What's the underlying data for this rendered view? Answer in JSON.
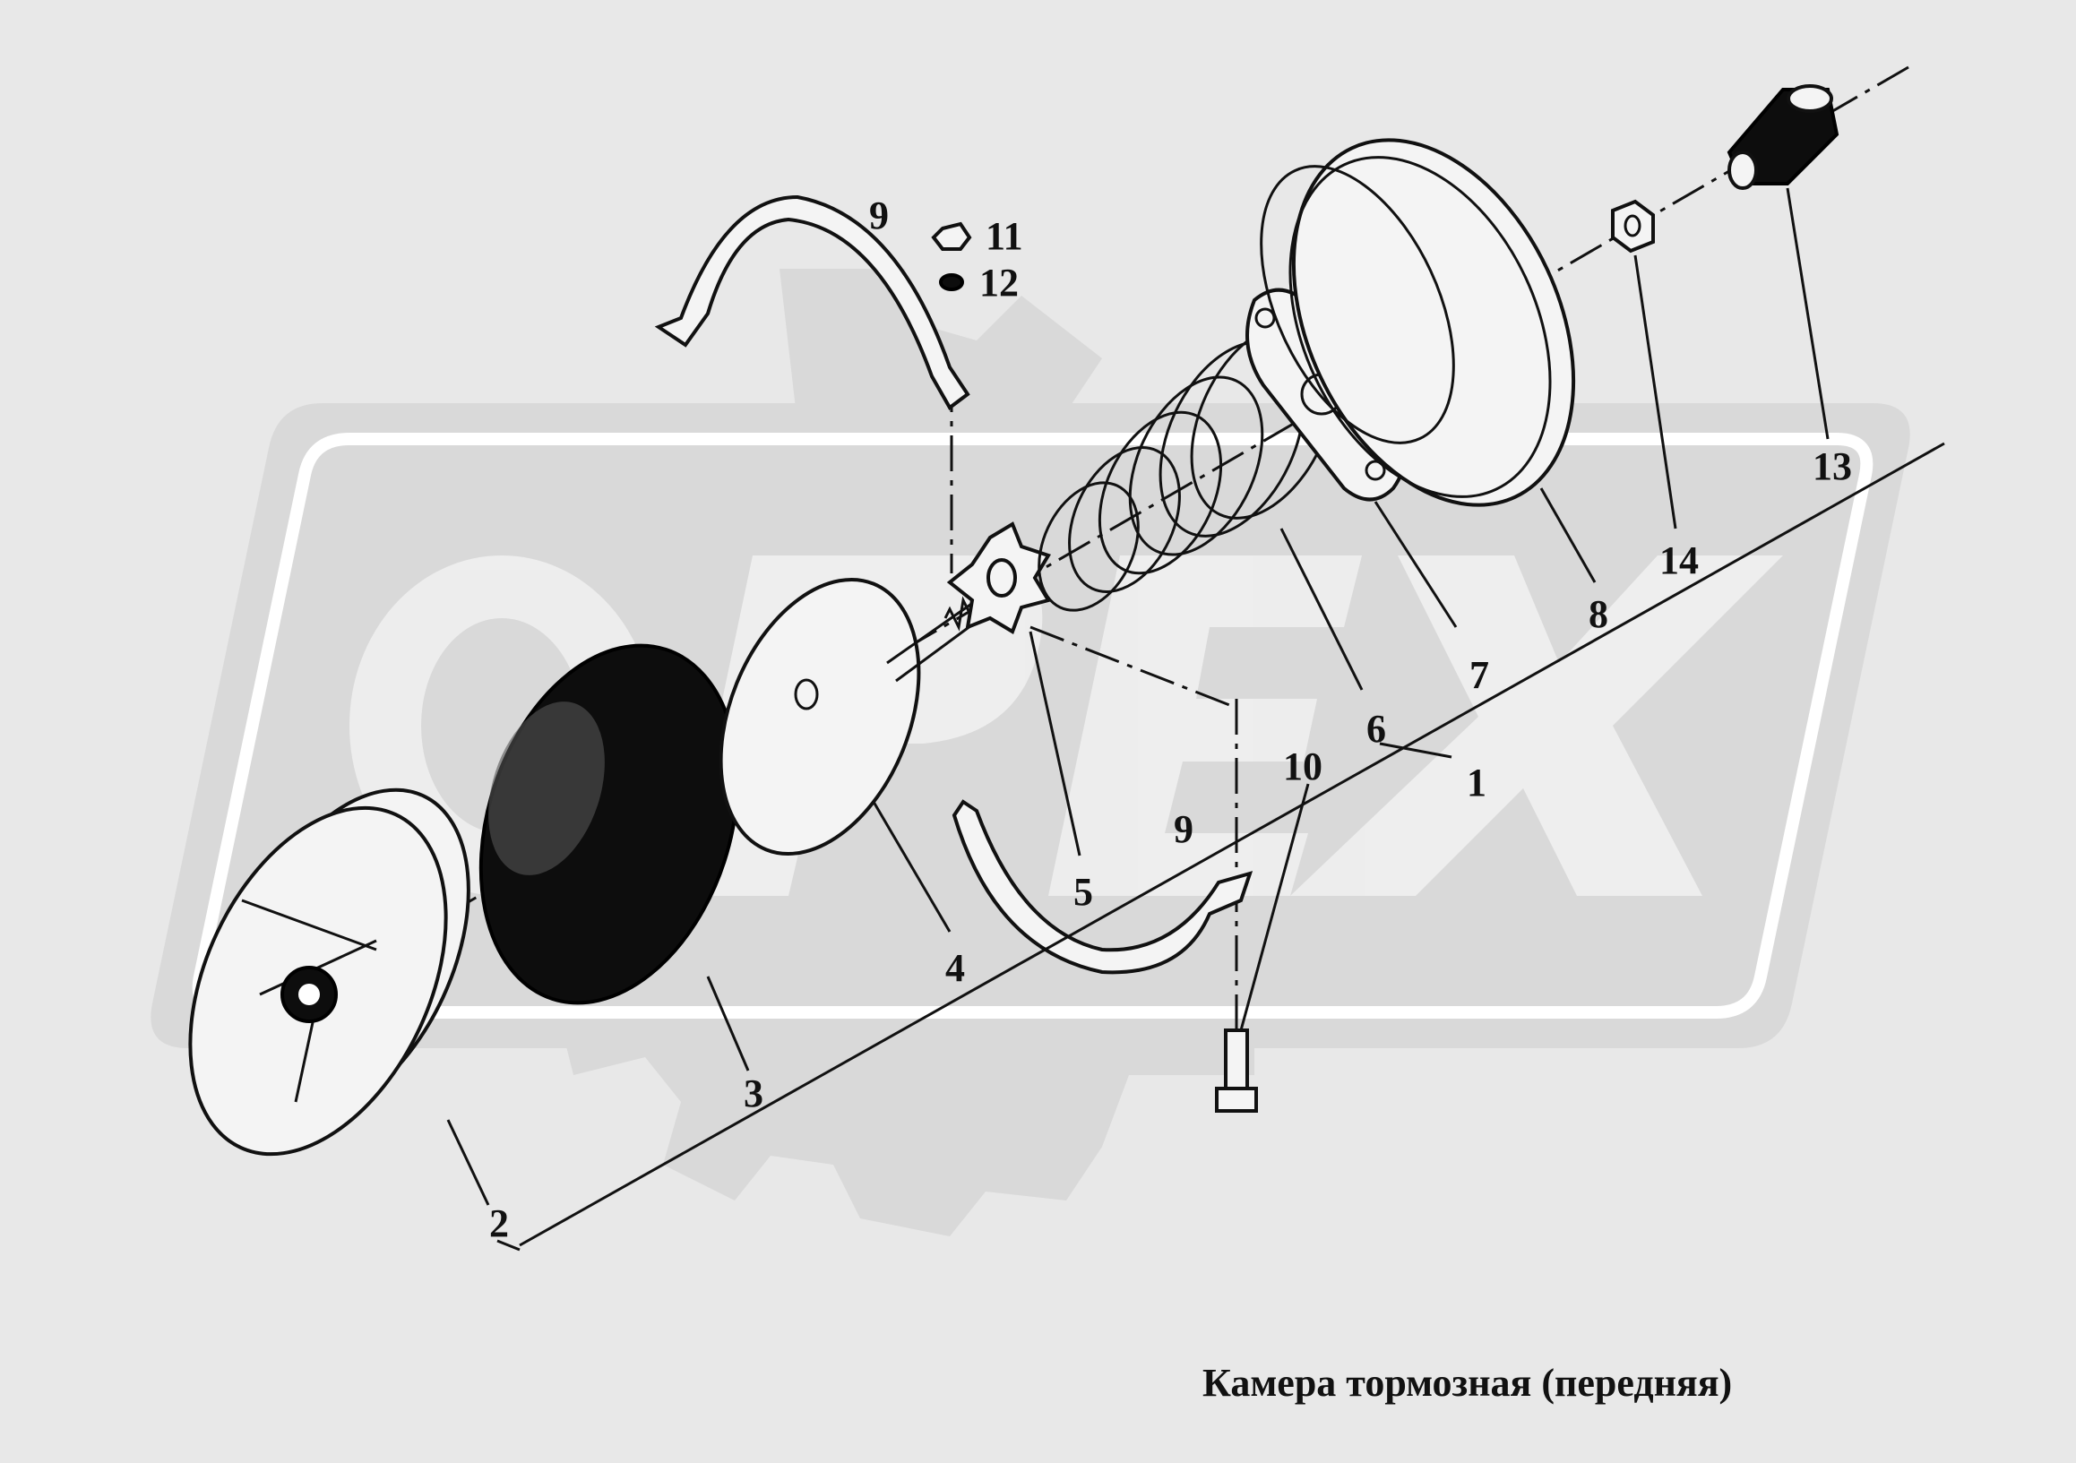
{
  "caption": "Камера тормозная (передняя)",
  "callouts": {
    "c1": "1",
    "c2": "2",
    "c3": "3",
    "c4": "4",
    "c5": "5",
    "c6": "6",
    "c7": "7",
    "c8": "8",
    "c9a": "9",
    "c9b": "9",
    "c10": "10",
    "c11": "11",
    "c12": "12",
    "c13": "13",
    "c14": "14"
  },
  "watermark": {
    "text": "OPEX"
  }
}
